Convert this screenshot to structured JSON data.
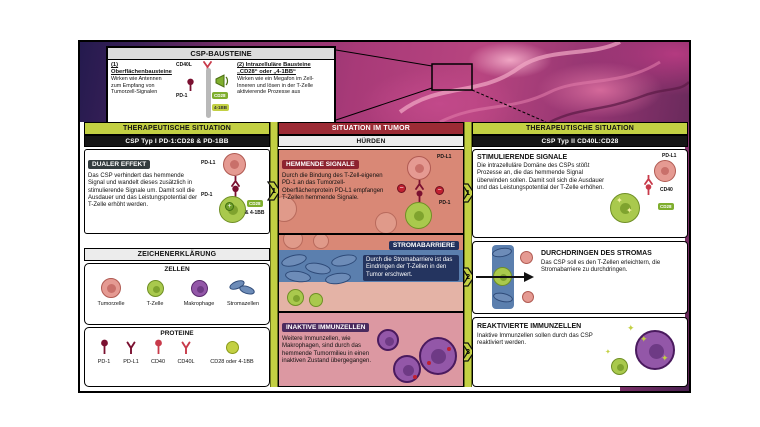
{
  "colors": {
    "accent_green": "#c3d043",
    "header_red": "#9c2b35",
    "tumor_pink": "#d98876",
    "stroma_blue": "#5b7fae",
    "macrophage_purple": "#8a4a9e",
    "pd1_maroon": "#7a1030",
    "cd40_red": "#c83a4a"
  },
  "csp": {
    "title": "CSP-BAUSTEINE",
    "item1": {
      "heading": "(1) Oberflächenbausteine",
      "body": "Wirken wie Antennen zum Empfang von Tumorzell-Signalen",
      "label_cd40l": "CD40L",
      "label_pd1": "PD-1"
    },
    "item2": {
      "heading": "(2) Intrazelluläre Bausteine „CD28“ oder „4-1BB“",
      "body": "Wirken wie ein Megafon im Zell-Inneren und lösen in der T-Zelle aktivierende Prozesse aus",
      "label_cd28": "CD28",
      "label_41bb": "4-1BB"
    }
  },
  "left": {
    "header": "THERAPEUTISCHE SITUATION",
    "subheader": "CSP Typ I PD-1:CD28 & PD-1BB",
    "arrow_num": "1",
    "dual": {
      "title": "DUALER EFFEKT",
      "body": "Das CSP verhindert das hemmende Signal und wandelt dieses zusätzlich in stimulierende Signale um. Damit soll die Ausdauer und das Leistungspotential der T-Zelle erhöht werden.",
      "label_pdl1": "PD-L1",
      "label_pd1": "PD-1",
      "label_cd28": "CD28",
      "label_41bb": "& 4-1BB"
    }
  },
  "legend": {
    "title": "ZEICHENERKLÄRUNG",
    "cells": {
      "title": "ZELLEN",
      "items": [
        "Tumorzelle",
        "T-Zelle",
        "Makrophage",
        "Stromazellen"
      ]
    },
    "proteins": {
      "title": "PROTEINE",
      "items": [
        "PD-1",
        "PD-L1",
        "CD40",
        "CD40L",
        "CD28 oder 4-1BB"
      ]
    }
  },
  "middle": {
    "header": "SITUATION IM TUMOR",
    "subheader": "HÜRDEN",
    "sections": [
      {
        "title": "HEMMENDE SIGNALE",
        "body": "Durch die Bindung des T-Zell-eigenen PD-1 an das Tumorzell-Oberflächenprotein PD-L1 empfangen T-Zellen hemmende Signale.",
        "label_pdl1": "PD-L1",
        "label_pd1": "PD-1"
      },
      {
        "title": "STROMABARRIERE",
        "body": "Durch die Stromabarriere ist das Eindringen der T-Zellen in den Tumor erschwert."
      },
      {
        "title": "INAKTIVE IMMUNZELLEN",
        "body": "Weitere Immunzellen, wie Makrophagen, sind durch das hemmende Tumormilieu in einen inaktiven Zustand übergegangen."
      }
    ]
  },
  "right": {
    "header": "THERAPEUTISCHE SITUATION",
    "subheader": "CSP Typ II CD40L:CD28",
    "sections": [
      {
        "num": "1",
        "title": "STIMULIERENDE SIGNALE",
        "body": "Die intrazelluläre Domäne des CSPs stößt Prozesse an, die das hemmende Signal überwinden sollen. Damit soll sich die Ausdauer und das Leistungspotential der T-Zelle erhöhen.",
        "label_pdl1": "PD-L1",
        "label_cd40": "CD40",
        "label_cd28": "CD28"
      },
      {
        "num": "2",
        "title": "DURCHDRINGEN DES STROMAS",
        "body": "Das CSP soll es den T-Zellen erleichtern, die Stromabarriere zu durchdringen."
      },
      {
        "num": "3",
        "title": "REAKTIVIERTE IMMUNZELLEN",
        "body": "Inaktive Immunzellen sollen durch das CSP reaktiviert werden."
      }
    ]
  }
}
